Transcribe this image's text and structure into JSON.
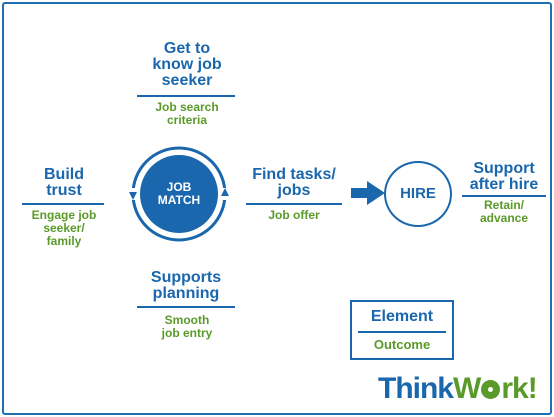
{
  "elements": {
    "know": {
      "element": [
        "Get to",
        "know job",
        "seeker"
      ],
      "outcome": [
        "Job search",
        "criteria"
      ]
    },
    "trust": {
      "element": [
        "Build",
        "trust"
      ],
      "outcome": [
        "Engage job",
        "seeker/",
        "family"
      ]
    },
    "planning": {
      "element": [
        "Supports",
        "planning"
      ],
      "outcome": [
        "Smooth",
        "job entry"
      ]
    },
    "find": {
      "element": [
        "Find tasks/",
        "jobs"
      ],
      "outcome": [
        "Job offer"
      ]
    },
    "support": {
      "element": [
        "Support",
        "after hire"
      ],
      "outcome": [
        "Retain/",
        "advance"
      ]
    }
  },
  "center": {
    "line1": "JOB",
    "line2": "MATCH"
  },
  "hire": "HIRE",
  "legend": {
    "element": "Element",
    "outcome": "Outcome"
  },
  "logo": {
    "part1": "Think",
    "part2": "W",
    "part3": "rk!"
  },
  "colors": {
    "blue": "#1a67ad",
    "green": "#5a9a2a"
  }
}
